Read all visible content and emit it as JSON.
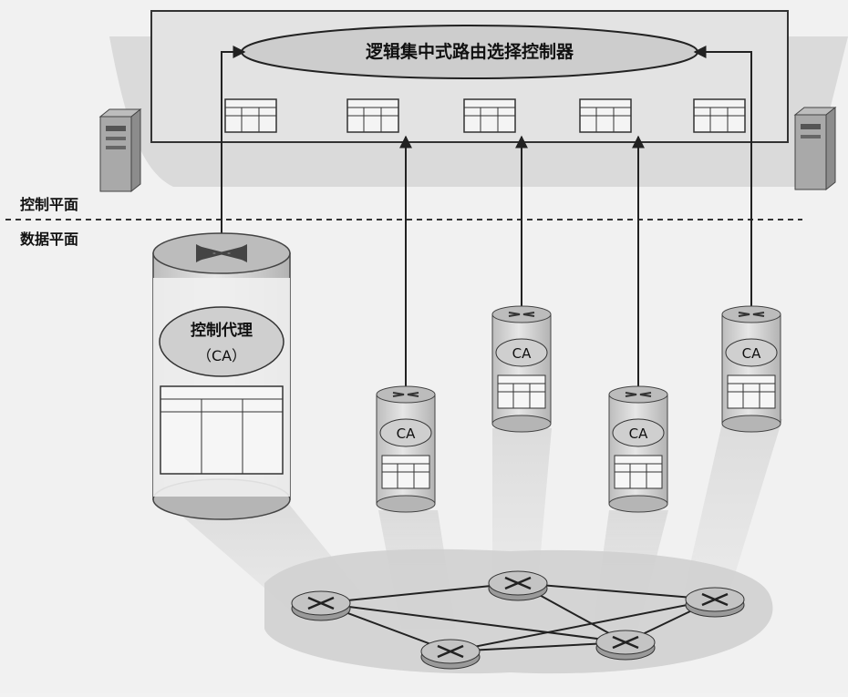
{
  "controller": {
    "title": "逻辑集中式路由选择控制器"
  },
  "planes": {
    "control": "控制平面",
    "data": "数据平面"
  },
  "big_router": {
    "agent_label": "控制代理",
    "agent_abbr": "（CA）"
  },
  "routers": [
    {
      "label": "CA"
    },
    {
      "label": "CA"
    },
    {
      "label": "CA"
    },
    {
      "label": "CA"
    }
  ],
  "colors": {
    "frame_fill": "#d8d8d8",
    "device_fill": "#d9d9d9",
    "ellipse_fill": "#cfcfcf",
    "glow": "#c9c9c9",
    "line": "#222222"
  },
  "icons": [
    "server-icon",
    "router-icon",
    "table-icon",
    "cross-arrows-icon"
  ]
}
